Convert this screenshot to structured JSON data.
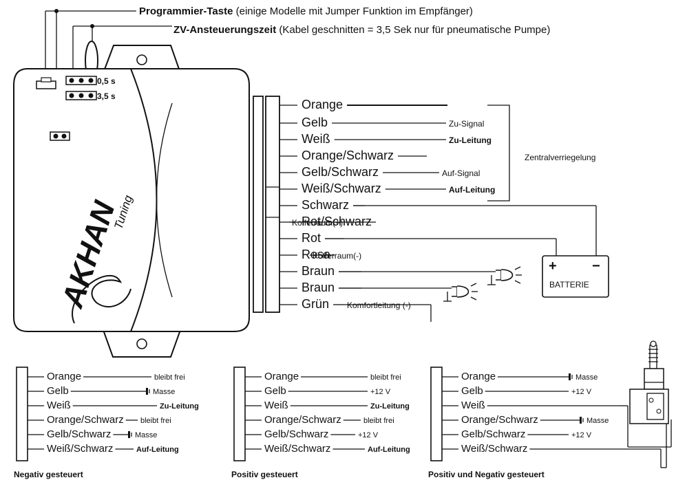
{
  "header": {
    "prog_label_bold": "Programmier-Taste",
    "prog_label_rest": " (einige Modelle mit Jumper Funktion im Empfänger)",
    "zv_label_bold": "ZV-Ansteuerungszeit",
    "zv_label_rest": " (Kabel geschnitten =  3,5 Sek nur für pneumatische Pumpe)"
  },
  "jumpers": {
    "j1": "0,5 s",
    "j2": "3,5 s"
  },
  "logo": {
    "brand": "AKHAN",
    "sub": "Tuning"
  },
  "main_wires": [
    {
      "name": "Orange",
      "note": "",
      "bold": false
    },
    {
      "name": "Gelb",
      "note": "Zu-Signal",
      "bold": false
    },
    {
      "name": "Weiß",
      "note": "Zu-Leitung",
      "bold": true
    },
    {
      "name": "Orange/Schwarz",
      "note": "",
      "bold": false
    },
    {
      "name": "Gelb/Schwarz",
      "note": "Auf-Signal",
      "bold": false
    },
    {
      "name": "Weiß/Schwarz",
      "note": "Auf-Leitung",
      "bold": true
    },
    {
      "name": "Schwarz",
      "note": "",
      "bold": false
    },
    {
      "name": "Rot/Schwarz",
      "note": "Kofferraum(+)",
      "bold": false
    },
    {
      "name": "Rot",
      "note": "",
      "bold": false
    },
    {
      "name": "Rosa",
      "note": "Kofferraum(-)",
      "bold": false
    },
    {
      "name": "Braun",
      "note": "",
      "bold": false
    },
    {
      "name": "Braun",
      "note": "",
      "bold": false
    },
    {
      "name": "Grün",
      "note": "Komfortleitung (-)",
      "bold": false
    }
  ],
  "zentral_label": "Zentralverriegelung",
  "battery": {
    "plus": "+",
    "minus": "−",
    "label": "BATTERIE"
  },
  "panels": [
    {
      "caption": "Negativ gesteuert",
      "wires": [
        {
          "name": "Orange",
          "note": "bleibt frei",
          "bold": false
        },
        {
          "name": "Gelb",
          "note": "Masse",
          "bold": false
        },
        {
          "name": "Weiß",
          "note": "Zu-Leitung",
          "bold": true
        },
        {
          "name": "Orange/Schwarz",
          "note": "bleibt frei",
          "bold": false
        },
        {
          "name": "Gelb/Schwarz",
          "note": "Masse",
          "bold": false
        },
        {
          "name": "Weiß/Schwarz",
          "note": "Auf-Leitung",
          "bold": true
        }
      ]
    },
    {
      "caption": "Positiv gesteuert",
      "wires": [
        {
          "name": "Orange",
          "note": "bleibt frei",
          "bold": false
        },
        {
          "name": "Gelb",
          "note": "+12 V",
          "bold": false
        },
        {
          "name": "Weiß",
          "note": "Zu-Leitung",
          "bold": true
        },
        {
          "name": "Orange/Schwarz",
          "note": "bleibt frei",
          "bold": false
        },
        {
          "name": "Gelb/Schwarz",
          "note": "+12 V",
          "bold": false
        },
        {
          "name": "Weiß/Schwarz",
          "note": "Auf-Leitung",
          "bold": true
        }
      ]
    },
    {
      "caption": "Positiv und Negativ gesteuert",
      "wires": [
        {
          "name": "Orange",
          "note": "Masse",
          "bold": false
        },
        {
          "name": "Gelb",
          "note": "+12 V",
          "bold": false
        },
        {
          "name": "Weiß",
          "note": "",
          "bold": false
        },
        {
          "name": "Orange/Schwarz",
          "note": "Masse",
          "bold": false
        },
        {
          "name": "Gelb/Schwarz",
          "note": "+12 V",
          "bold": false
        },
        {
          "name": "Weiß/Schwarz",
          "note": "",
          "bold": false
        }
      ]
    }
  ]
}
